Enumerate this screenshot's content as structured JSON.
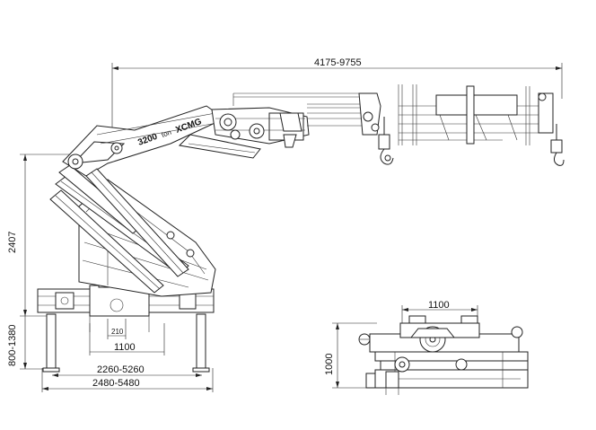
{
  "dimensions": {
    "boom_reach": "4175-9755",
    "height": "2407",
    "outrigger_height": "800-1380",
    "base_width": "1100",
    "pin_offset": "210",
    "stabilizer_span_a": "2260-5260",
    "stabilizer_span_b": "2480-5480",
    "folded_width": "1100",
    "folded_height": "1000"
  },
  "brand": {
    "model_text": "3200 ",
    "small_text": "ton",
    "logo_text": "XCMG"
  }
}
